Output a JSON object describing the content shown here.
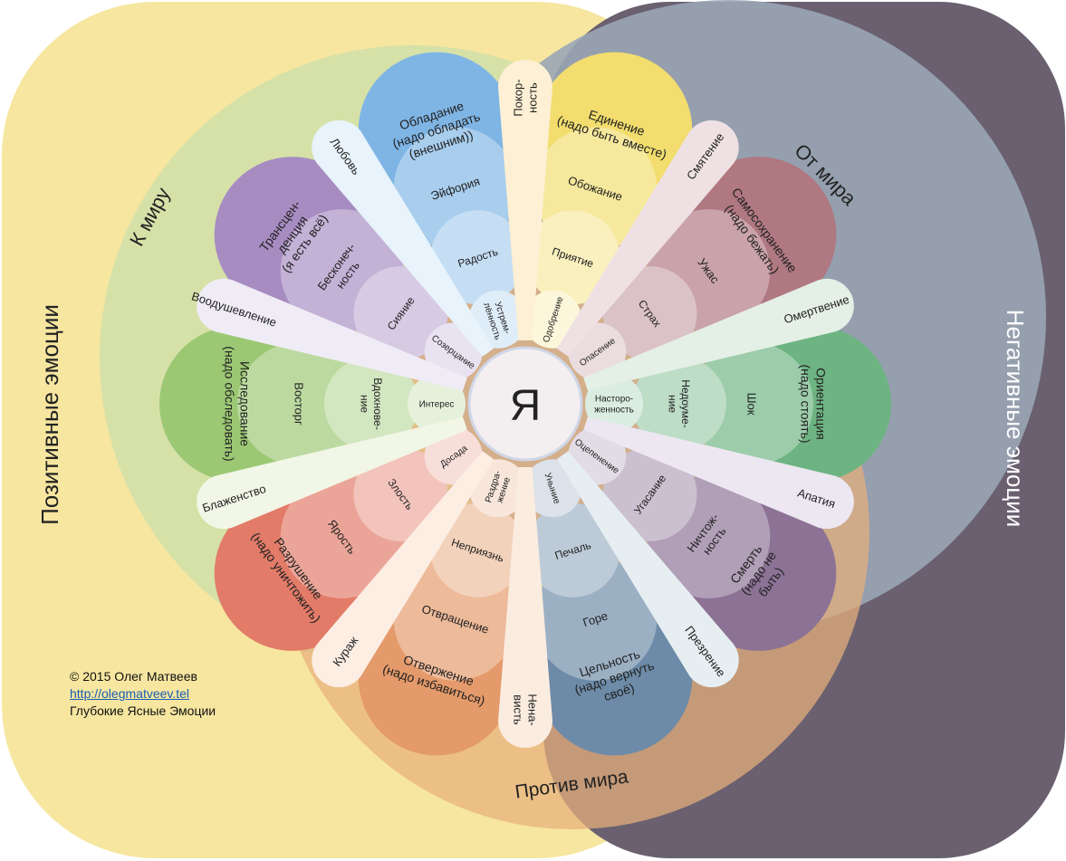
{
  "center_label": "Я",
  "regions": {
    "positive": {
      "label": "Позитивные эмоции",
      "color": "#f6e6a0"
    },
    "negative": {
      "label": "Негативные эмоции",
      "color": "#6a6070"
    },
    "to_world": {
      "label": "К миру",
      "color": "#d3e0a8"
    },
    "from_world": {
      "label": "От мира",
      "color": "#9aa6b5"
    },
    "against_world": {
      "label": "Против мира",
      "color": "#e8b07c"
    }
  },
  "credits": {
    "copyright": "© 2015 Олег Матвеев",
    "link": "http://olegmatveev.tel",
    "subtitle": "Глубокие Ясные Эмоции"
  },
  "petals": [
    {
      "id": "edinenie",
      "base": "#f2dd6e",
      "labels": [
        {
          "lines": [
            "Одобрение"
          ]
        },
        {
          "lines": [
            "Приятие"
          ]
        },
        {
          "lines": [
            "Обожание"
          ]
        },
        {
          "lines": [
            "Единение",
            "(надо быть вместе)"
          ]
        }
      ]
    },
    {
      "id": "samosohranenie",
      "base": "#b07880",
      "labels": [
        {
          "lines": [
            "Опасение"
          ]
        },
        {
          "lines": [
            "Страх"
          ]
        },
        {
          "lines": [
            "Ужас"
          ]
        },
        {
          "lines": [
            "Самосохранение",
            "(надо бежать)"
          ]
        }
      ]
    },
    {
      "id": "orientaciya",
      "base": "#6db482",
      "labels": [
        {
          "lines": [
            "Насторо-",
            "женность"
          ]
        },
        {
          "lines": [
            "Недоуме-",
            "ние"
          ]
        },
        {
          "lines": [
            "Шок"
          ]
        },
        {
          "lines": [
            "Ориентация",
            "(надо стоять)"
          ]
        }
      ]
    },
    {
      "id": "smert",
      "base": "#8c7295",
      "labels": [
        {
          "lines": [
            "Оцепенение"
          ]
        },
        {
          "lines": [
            "Угасание"
          ]
        },
        {
          "lines": [
            "Ничтож-",
            "ность"
          ]
        },
        {
          "lines": [
            "Смерть",
            "(надо не",
            "быть)"
          ]
        }
      ]
    },
    {
      "id": "celnost",
      "base": "#6d8ba8",
      "labels": [
        {
          "lines": [
            "Уныние"
          ]
        },
        {
          "lines": [
            "Печаль"
          ]
        },
        {
          "lines": [
            "Горе"
          ]
        },
        {
          "lines": [
            "Цельность",
            "(надо вернуть",
            "своё)"
          ]
        }
      ]
    },
    {
      "id": "otverzhenie",
      "base": "#e49a6a",
      "labels": [
        {
          "lines": [
            "Раздра-",
            "жение"
          ]
        },
        {
          "lines": [
            "Неприязнь"
          ]
        },
        {
          "lines": [
            "Отвращение"
          ]
        },
        {
          "lines": [
            "Отвержение",
            "(надо избавиться)"
          ]
        }
      ]
    },
    {
      "id": "razrushenie",
      "base": "#e27b68",
      "labels": [
        {
          "lines": [
            "Досада"
          ]
        },
        {
          "lines": [
            "Злость"
          ]
        },
        {
          "lines": [
            "Ярость"
          ]
        },
        {
          "lines": [
            "Разрушение",
            "(надо уничтожить)"
          ]
        }
      ]
    },
    {
      "id": "issledovanie",
      "base": "#9cc874",
      "labels": [
        {
          "lines": [
            "Интерес"
          ]
        },
        {
          "lines": [
            "Вдохнове-",
            "ние"
          ]
        },
        {
          "lines": [
            "Восторг"
          ]
        },
        {
          "lines": [
            "Исследование",
            "(надо обследовать)"
          ]
        }
      ]
    },
    {
      "id": "transcendenciya",
      "base": "#a78cc2",
      "labels": [
        {
          "lines": [
            "Созерцание"
          ]
        },
        {
          "lines": [
            "Сияние"
          ]
        },
        {
          "lines": [
            "Бесконеч-",
            "ность"
          ]
        },
        {
          "lines": [
            "Трансцен-",
            "денция",
            "(я есть всё)"
          ]
        }
      ]
    },
    {
      "id": "obladanie",
      "base": "#7fb5e5",
      "labels": [
        {
          "lines": [
            "Устрем-",
            "лённость"
          ]
        },
        {
          "lines": [
            "Радость"
          ]
        },
        {
          "lines": [
            "Эйфория"
          ]
        },
        {
          "lines": [
            "Обладание",
            "(надо обладать",
            "(внешним))"
          ]
        }
      ]
    }
  ],
  "spokes": [
    {
      "label": "Покор-ность",
      "lines": [
        "Покор-",
        "ность"
      ],
      "color": "#fdf0d4"
    },
    {
      "label": "Смятение",
      "lines": [
        "Смятение"
      ],
      "color": "#efe1e3"
    },
    {
      "label": "Омертвение",
      "lines": [
        "Омертвение"
      ],
      "color": "#e4efe6"
    },
    {
      "label": "Апатия",
      "lines": [
        "Апатия"
      ],
      "color": "#ece7f1"
    },
    {
      "label": "Презрение",
      "lines": [
        "Презрение"
      ],
      "color": "#e6eef2"
    },
    {
      "label": "Нена-висть",
      "lines": [
        "Нена-",
        "висть"
      ],
      "color": "#fbece0"
    },
    {
      "label": "Кураж",
      "lines": [
        "Кураж"
      ],
      "color": "#fdeee4"
    },
    {
      "label": "Блаженство",
      "lines": [
        "Блаженство"
      ],
      "color": "#f2f6e6"
    },
    {
      "label": "Воодушевление",
      "lines": [
        "Воодушевление"
      ],
      "color": "#f0ecf6"
    },
    {
      "label": "Любовь",
      "lines": [
        "Любовь"
      ],
      "color": "#e8f3fb"
    }
  ]
}
